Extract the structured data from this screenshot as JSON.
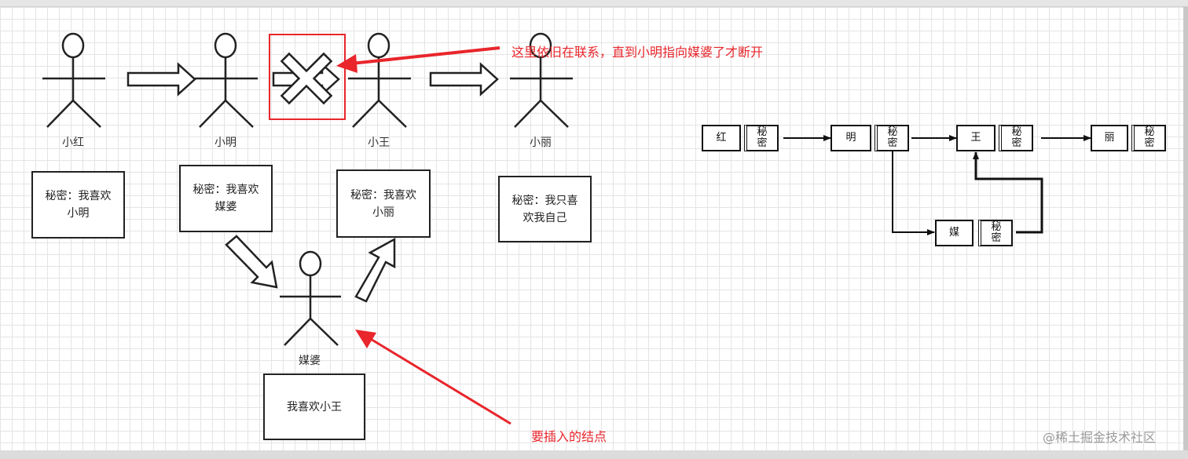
{
  "people": [
    {
      "id": "xiaohong",
      "name": "小红",
      "secret": "秘密：我喜欢小明"
    },
    {
      "id": "xiaoming",
      "name": "小明",
      "secret": "秘密：我喜欢媒婆"
    },
    {
      "id": "xiaowang",
      "name": "小王",
      "secret": "秘密：我喜欢小丽"
    },
    {
      "id": "xiaoli",
      "name": "小丽",
      "secret": "秘密：我只喜欢我自己"
    },
    {
      "id": "meipo",
      "name": "媒婆",
      "secret": "我喜欢小王"
    }
  ],
  "annotations": {
    "still_linked": "这里依旧在联系，直到小明指向媒婆了才断开",
    "insert_node": "要插入的结点"
  },
  "linked_list": {
    "nodes": [
      {
        "value": "红",
        "next": "秘密"
      },
      {
        "value": "明",
        "next": "秘密"
      },
      {
        "value": "王",
        "next": "秘密"
      },
      {
        "value": "丽",
        "next": "秘密"
      }
    ],
    "inserted": {
      "value": "媒",
      "next": "秘密"
    }
  },
  "watermark": "@稀土掘金技术社区",
  "colors": {
    "annotation": "#e8262c",
    "line": "#222222",
    "grid": "#e4e4e4"
  }
}
